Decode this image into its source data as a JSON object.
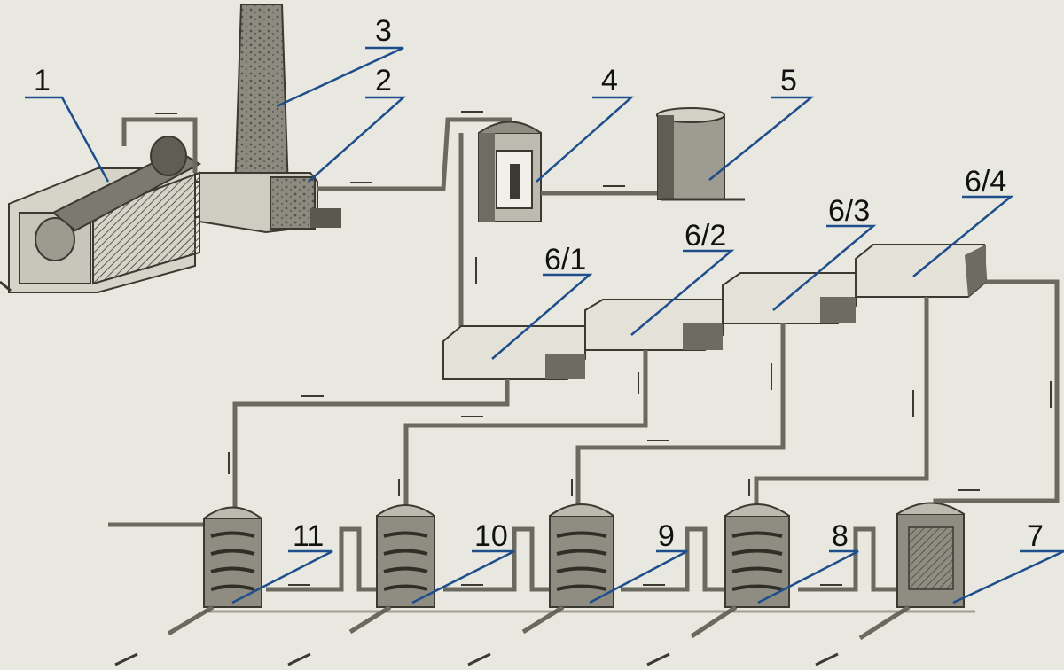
{
  "labels": {
    "l1": "1",
    "l2": "2",
    "l3": "3",
    "l4": "4",
    "l5": "5",
    "l61": "6/1",
    "l62": "6/2",
    "l63": "6/3",
    "l64": "6/4",
    "l7": "7",
    "l8": "8",
    "l9": "9",
    "l10": "10",
    "l11": "11"
  },
  "colors": {
    "background": "#e9e8e0",
    "drawing": "#3a3a32",
    "pipe": "#6a6a60",
    "leader": "#1f4e8c"
  }
}
